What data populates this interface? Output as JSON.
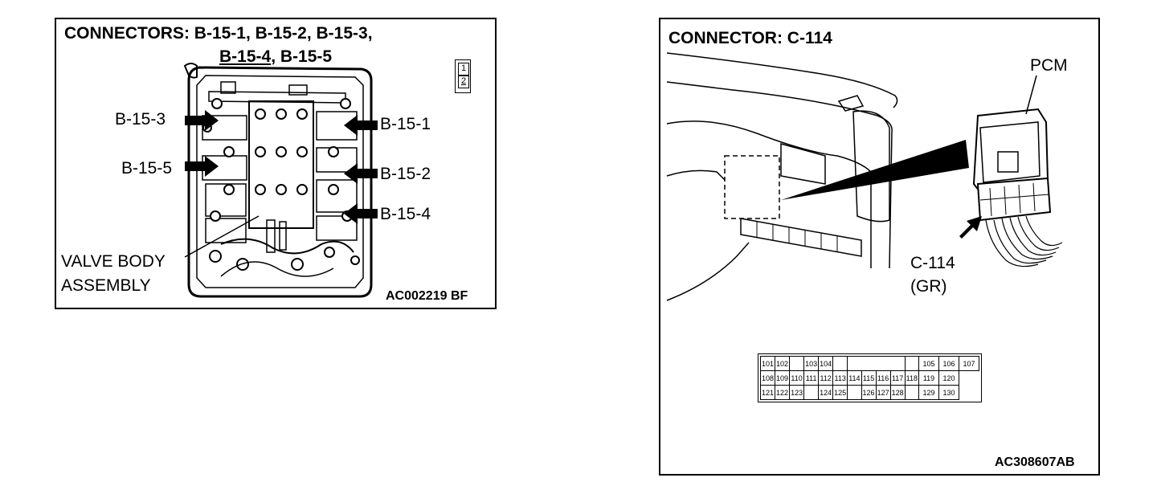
{
  "left": {
    "title_line1": "CONNECTORS: B-15-1, B-15-2, B-15-3,",
    "title_line2a": "B-15-4",
    "title_line2b": ", B-15-5",
    "badge_top": "1",
    "badge_bottom": "2",
    "labels": {
      "b153": "B-15-3",
      "b155": "B-15-5",
      "b151": "B-15-1",
      "b152": "B-15-2",
      "b154": "B-15-4",
      "valve1": "VALVE BODY",
      "valve2": "ASSEMBLY"
    },
    "code": "AC002219 BF"
  },
  "right": {
    "title": "CONNECTOR: C-114",
    "pcm": "PCM",
    "connector": "C-114",
    "color": "(GR)",
    "code": "AC308607AB",
    "pins": {
      "row1": [
        "101",
        "102",
        "",
        "103",
        "104",
        "",
        "",
        "",
        "",
        "105",
        "106",
        "107"
      ],
      "row2": [
        "108",
        "109",
        "110",
        "111",
        "112",
        "113",
        "114",
        "115",
        "116",
        "117",
        "118",
        "119",
        "120"
      ],
      "row3": [
        "121",
        "122",
        "123",
        "",
        "124",
        "125",
        "",
        "126",
        "127",
        "128",
        "",
        "129",
        "130"
      ]
    }
  }
}
